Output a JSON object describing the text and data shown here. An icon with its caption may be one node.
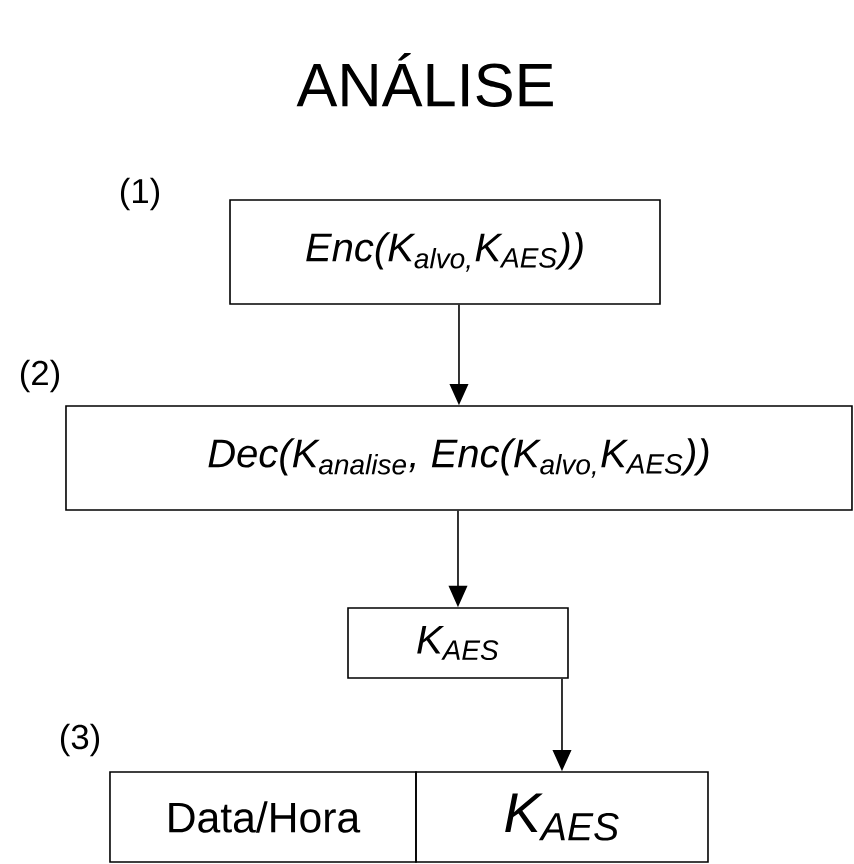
{
  "diagram": {
    "title": "ANÁLISE",
    "nodes": [
      {
        "text": [
          "Enc(K$_{alvo,}$K$_{AES}$))"
        ]
      },
      {
        "text": [
          "Dec(K$_{analise}$, Enc(K$_{alvo,}$K$_{AES}$))"
        ]
      },
      {
        "text": [
          "K$_{AES}$"
        ]
      },
      {
        "text": [
          "Data/Hora"
        ]
      },
      {
        "text": [
          "K$_{AES}$"
        ]
      }
    ],
    "edges": [
      {
        "from": 0,
        "to": 1,
        "arrow": "to"
      },
      {
        "from": 1,
        "to": 2,
        "arrow": "to"
      },
      {
        "from": 2,
        "to": 4,
        "arrow": "to"
      }
    ],
    "labels": [
      "(1)",
      "(2)",
      "(3)"
    ]
  }
}
